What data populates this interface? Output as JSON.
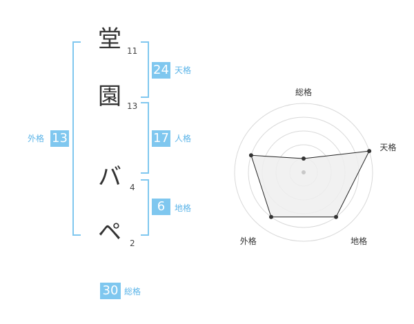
{
  "name_chars": [
    {
      "char": "堂",
      "strokes": "11"
    },
    {
      "char": "園",
      "strokes": "13"
    },
    {
      "char": "バ",
      "strokes": "4"
    },
    {
      "char": "ペ",
      "strokes": "2"
    }
  ],
  "tenkaku": {
    "value": "24",
    "label": "天格"
  },
  "jinkaku": {
    "value": "17",
    "label": "人格"
  },
  "chikaku": {
    "value": "6",
    "label": "地格"
  },
  "gaikaku": {
    "value": "13",
    "label": "外格"
  },
  "soukaku": {
    "value": "30",
    "label": "総格"
  },
  "colors": {
    "accent": "#7fc7ef",
    "polygon_fill": "#eeeeee",
    "grid": "#d8d8d8"
  },
  "chart_data": {
    "type": "radar",
    "axes": [
      "総格",
      "天格",
      "地格",
      "外格",
      "人格"
    ],
    "values": [
      1,
      5,
      4,
      4,
      4
    ],
    "max": 5
  }
}
